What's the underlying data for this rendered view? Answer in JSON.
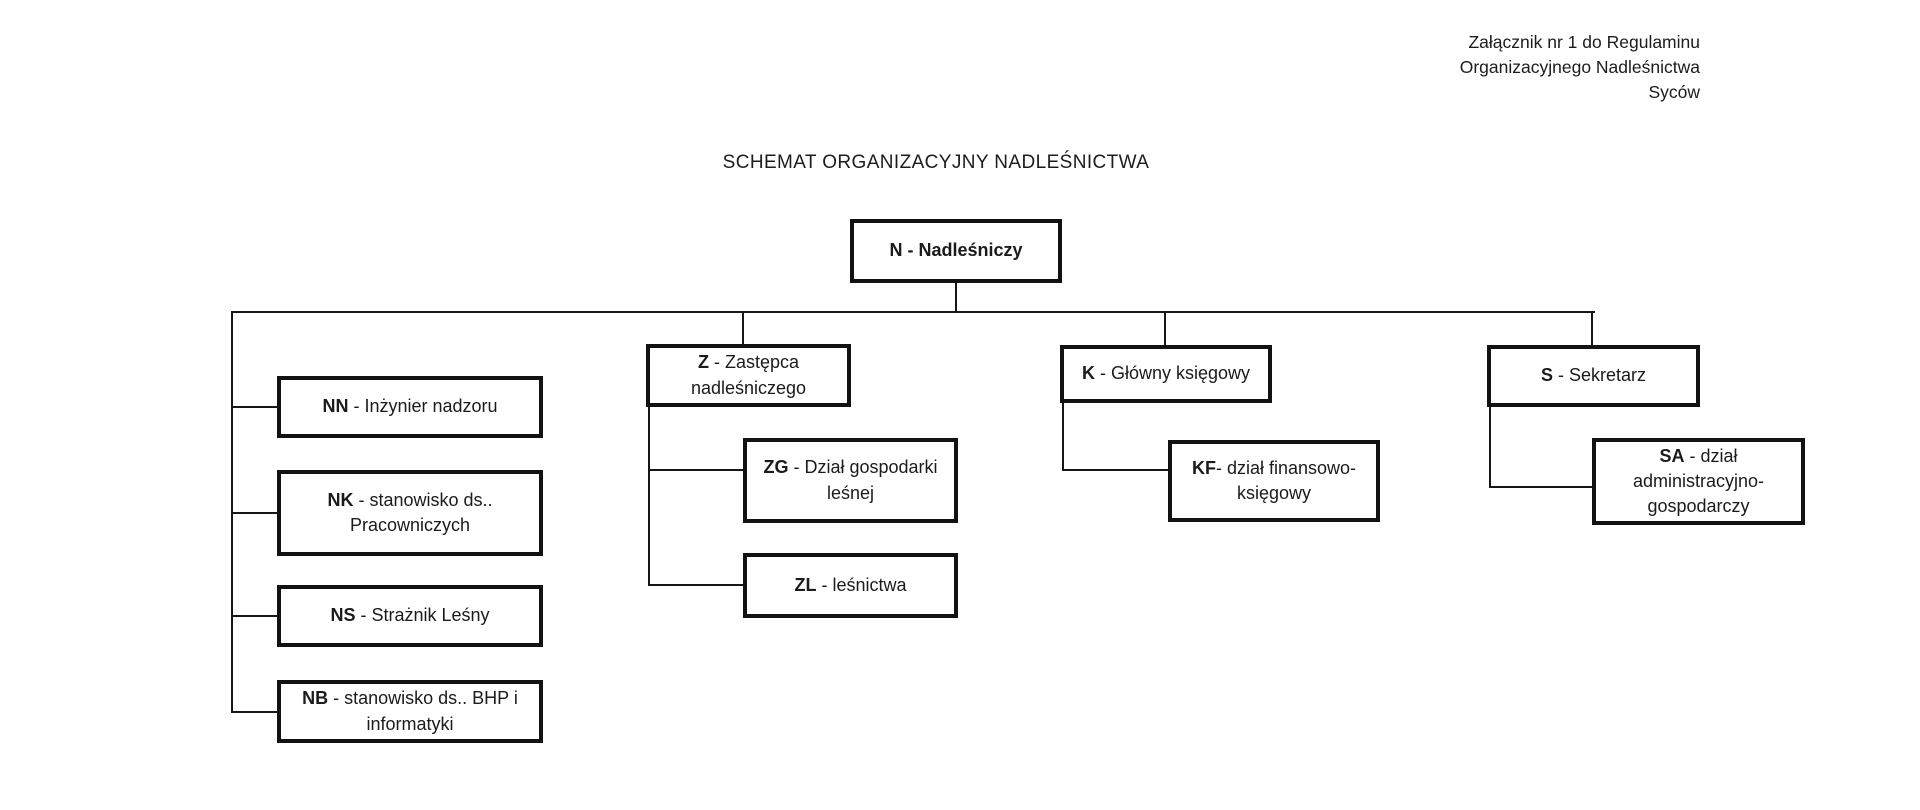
{
  "note": {
    "line1": "Załącznik nr 1 do Regulaminu",
    "line2": "Organizacyjnego Nadleśnictwa",
    "line3": "Syców"
  },
  "title": "SCHEMAT ORGANIZACYJNY NADLEŚNICTWA",
  "colors": {
    "ink": "#1b1b1b",
    "connector_line": "#161616",
    "box_border": "#121212",
    "background": "#ffffff"
  },
  "nodes": {
    "n": {
      "code": "N",
      "rest": " - Nadleśniczy"
    },
    "nn": {
      "code": "NN",
      "rest": " - Inżynier nadzoru"
    },
    "nk": {
      "code": "NK",
      "rest": " - stanowisko ds.. Pracowniczych"
    },
    "ns": {
      "code": "NS",
      "rest": " - Strażnik Leśny"
    },
    "nb": {
      "code": "NB",
      "rest": " - stanowisko ds.. BHP i informatyki"
    },
    "z": {
      "code": "Z",
      "rest": " - Zastępca nadleśniczego"
    },
    "zg": {
      "code": "ZG",
      "rest": " - Dział gospodarki leśnej"
    },
    "zl": {
      "code": "ZL",
      "rest": " - leśnictwa"
    },
    "k": {
      "code": "K",
      "rest": " - Główny księgowy"
    },
    "kf": {
      "code": "KF",
      "rest": "- dział finansowo-księgowy"
    },
    "s": {
      "code": "S",
      "rest": " - Sekretarz"
    },
    "sa": {
      "code": "SA",
      "rest": " - dział administracyjno-gospodarczy"
    }
  },
  "hierarchy": {
    "N": [
      "NN",
      "NK",
      "NS",
      "NB",
      "Z",
      "K",
      "S"
    ],
    "Z": [
      "ZG",
      "ZL"
    ],
    "K": [
      "KF"
    ],
    "S": [
      "SA"
    ]
  }
}
